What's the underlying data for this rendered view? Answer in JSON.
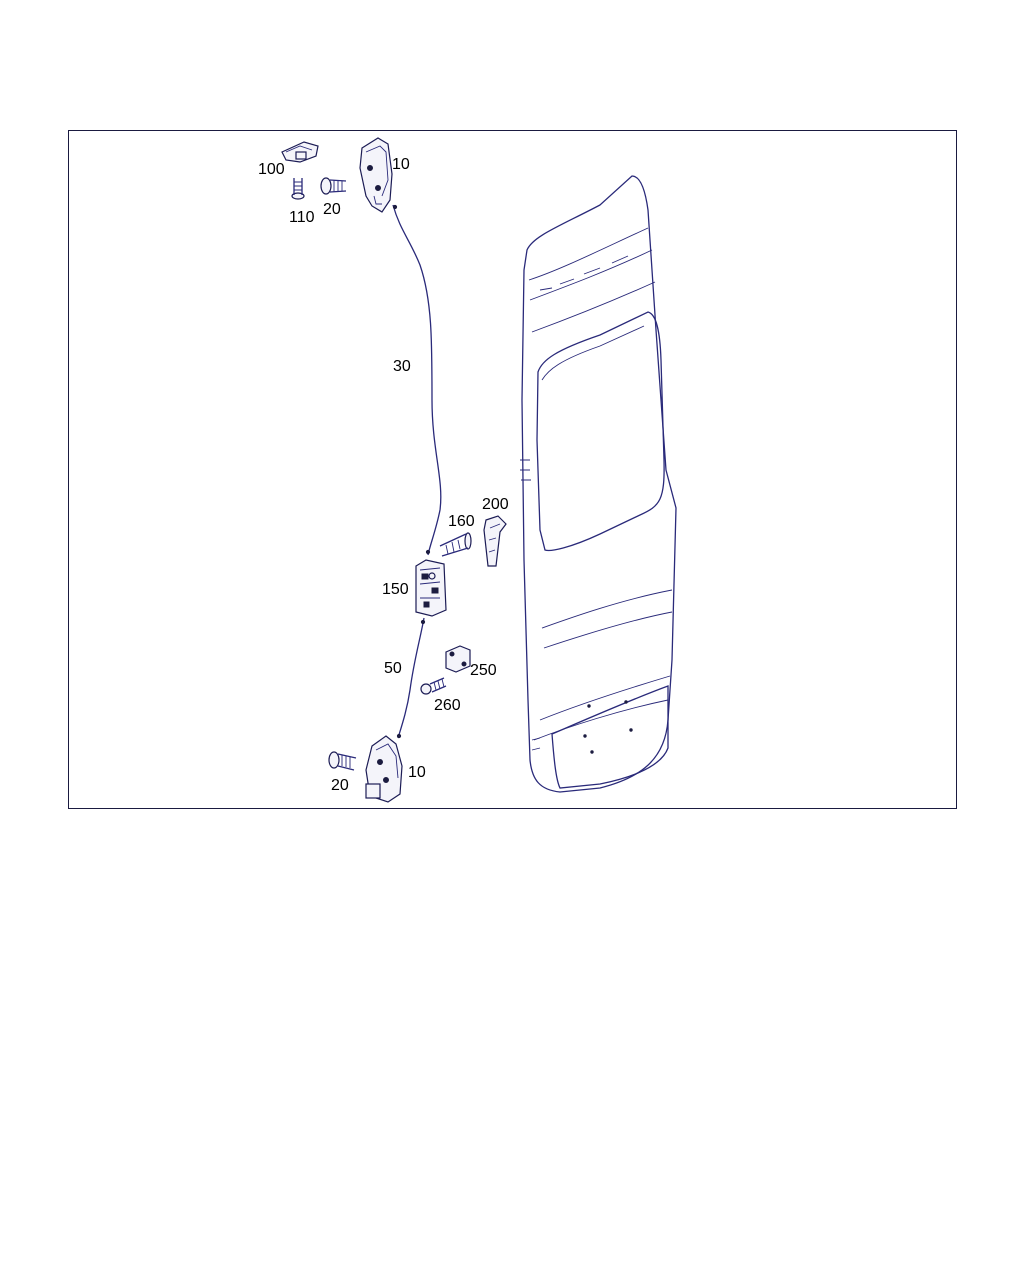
{
  "callouts": {
    "c100": "100",
    "c10_top": "10",
    "c110": "110",
    "c20_top": "20",
    "c30": "30",
    "c160": "160",
    "c200": "200",
    "c150": "150",
    "c50": "50",
    "c250": "250",
    "c260": "260",
    "c20_bottom": "20",
    "c10_bottom": "10"
  },
  "colors": {
    "line": "#2a2a7a",
    "frame": "#1a1a40",
    "text": "#000000"
  }
}
